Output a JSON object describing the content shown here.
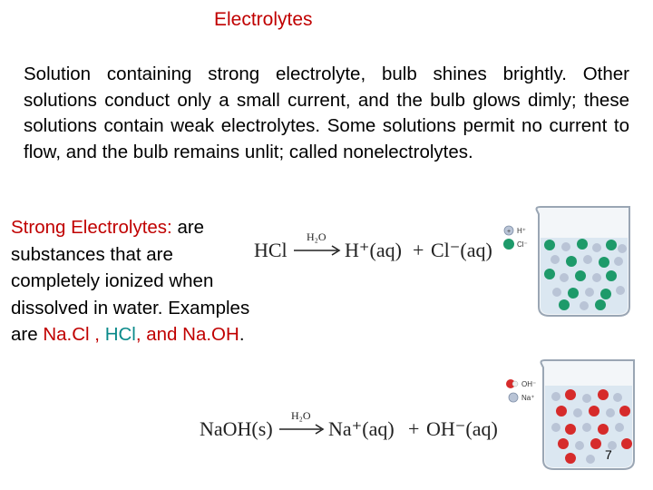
{
  "slide": {
    "title": "Electrolytes",
    "paragraph": "Solution containing strong electrolyte, bulb shines brightly. Other solutions conduct only a small current, and the bulb glows dimly; these solutions contain weak electrolytes. Some solutions permit no current to flow, and the bulb remains unlit; called nonelectrolytes.",
    "strong_heading": "Strong Electrolytes:",
    "strong_text": " are substances that are completely ionized when dissolved in water. Examples are ",
    "example_nacl": "Na.Cl",
    "sep1": " , ",
    "example_hcl": "HCl",
    "sep2": ", and ",
    "example_naoh": "Na.OH",
    "end": ".",
    "page_number": "7"
  },
  "equation1": {
    "reactant": "HCl",
    "over_arrow": "H₂O",
    "product1": "H⁺(aq)",
    "plus": "+",
    "product2": "Cl⁻(aq)"
  },
  "equation2": {
    "reactant": "NaOH(s)",
    "over_arrow": "H₂O",
    "product1": "Na⁺(aq)",
    "plus": "+",
    "product2": "OH⁻(aq)"
  },
  "beaker1_legend": {
    "ion1": "H⁺",
    "ion2": "Cl⁻"
  },
  "beaker2_legend": {
    "ion1": "OH⁻",
    "ion2": "Na⁺"
  },
  "colors": {
    "title": "#c00000",
    "nacl": "#c00000",
    "hcl": "#0a8a8a",
    "naoh": "#c00000",
    "cl_ion": "#1e9a6a",
    "oh_ion": "#d62b2b",
    "cation": "#b9c4d6"
  }
}
